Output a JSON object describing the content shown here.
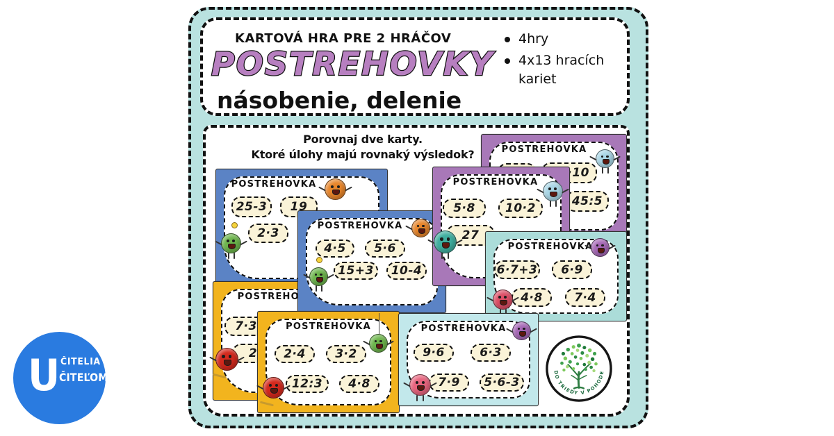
{
  "header": {
    "kicker": "KARTOVÁ HRA PRE 2 HRÁČOV",
    "title": "POSTREHOVKY",
    "subtitle": "násobenie, delenie",
    "bullets": [
      "4hry",
      "4x13 hracích kariet"
    ]
  },
  "board": {
    "instruction_line1": "Porovnaj dve karty.",
    "instruction_line2": "Ktoré úlohy majú rovnaký výsledok?"
  },
  "cards": [
    {
      "name": "blue-back",
      "title": "POSTREHOVKA",
      "chips": [
        "25-3",
        "19",
        "2·3"
      ]
    },
    {
      "name": "purple-back",
      "title": "POSTREHOVKA",
      "chips": [
        "",
        "·10",
        "45:5"
      ]
    },
    {
      "name": "yellow-back",
      "title": "POSTREHOVKA",
      "chips": [
        "7·3",
        "2"
      ]
    },
    {
      "name": "blue-front",
      "title": "POSTREHOVKA",
      "chips": [
        "4·5",
        "5·6",
        "15+3",
        "10-4"
      ]
    },
    {
      "name": "purple-front",
      "title": "POSTREHOVKA",
      "chips": [
        "5·8",
        "10·2",
        "27"
      ]
    },
    {
      "name": "teal",
      "title": "POSTREHOVKA",
      "chips": [
        "6·7+3",
        "6·9",
        "4·8",
        "7·4"
      ]
    },
    {
      "name": "yellow-front",
      "title": "POSTREHOVKA",
      "chips": [
        "2·4",
        "3·2",
        "12:3",
        "4·8"
      ]
    },
    {
      "name": "cyan",
      "title": "POSTREHOVKA",
      "chips": [
        "9·6",
        "6·3",
        "7·9",
        "5·6-3"
      ]
    }
  ],
  "logos": {
    "ucitelia": {
      "big_letter": "U",
      "line_top": "ČITELIA",
      "line_bottom": "ČITEĽOM.SK"
    },
    "tree": {
      "text": "DO TRIEDY V POHODE"
    }
  },
  "colors": {
    "frame_teal": "#b9e2e0",
    "title_purple": "#b77fc0",
    "card_blue": "#5b83c5",
    "card_purple": "#a878b8",
    "card_teal": "#abdcd9",
    "card_cyan": "#c2e8eb",
    "card_yellow": "#f2b41e",
    "chip_cream": "#faf3d8",
    "logo_blue": "#2a7be0",
    "tree_green": "#1d6b3f",
    "ball_orange": "#e8862b",
    "ball_green": "#6db54c",
    "ball_teal": "#3fae9f",
    "ball_lightblue": "#a9d6e6",
    "ball_purple": "#a668b6",
    "ball_red": "#d3291d",
    "ball_crimson": "#dd4f66",
    "ball_pink": "#e8657f"
  }
}
